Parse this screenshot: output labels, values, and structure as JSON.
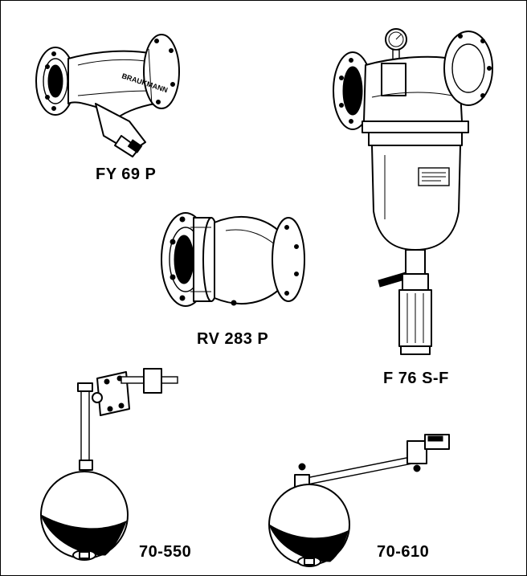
{
  "products": [
    {
      "id": "fy69p",
      "label": "FY 69 P",
      "embossed_text": "BRAUKMANN"
    },
    {
      "id": "rv283p",
      "label": "RV 283 P"
    },
    {
      "id": "f76sf",
      "label": "F 76 S-F"
    },
    {
      "id": "f70550",
      "label": "70-550"
    },
    {
      "id": "f70610",
      "label": "70-610"
    }
  ]
}
